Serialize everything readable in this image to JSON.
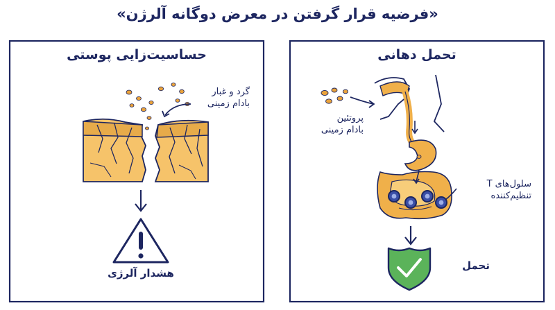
{
  "title": "«فرضیه قرار گرفتن در معرض دوگانه آلرژن»",
  "left_panel": {
    "title": "حساسیت‌زایی پوستی",
    "dust_label_line1": "گرد و غبار",
    "dust_label_line2": "بادام زمینی",
    "warning_label": "هشدار آلرژی",
    "icons": [
      "cracked-skin-icon",
      "peanut-dust-icon",
      "down-arrow-icon",
      "warning-triangle-icon"
    ]
  },
  "right_panel": {
    "title": "تحمل دهانی",
    "protein_label_line1": "پروتئین",
    "protein_label_line2": "بادام زمینی",
    "tcell_label_line1": "سلول‌های T",
    "tcell_label_line2": "تنظیم‌کننده",
    "tolerance_label": "تحمل",
    "icons": [
      "digestive-tract-icon",
      "peanut-protein-icon",
      "t-cell-icon",
      "down-arrow-icon",
      "check-shield-icon"
    ]
  },
  "colors": {
    "ink": "#1d2660",
    "skin": "#f6c36a",
    "skin_dark": "#d99a34",
    "gut": "#f0b04a",
    "shield": "#5bb35a"
  }
}
